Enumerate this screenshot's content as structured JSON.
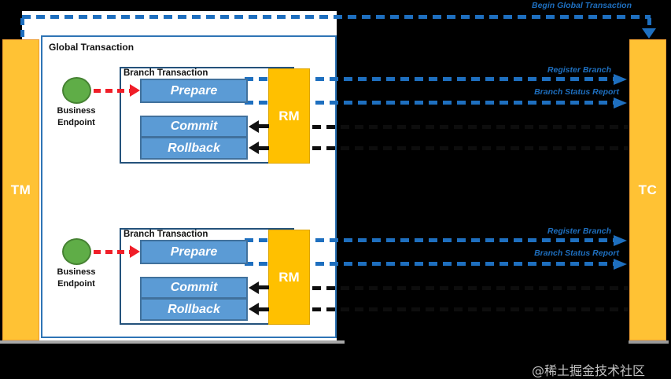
{
  "colors": {
    "flow_blue": "#1E6FBF",
    "box_blue": "#5B9BD5",
    "bar_orange": "#FFC234",
    "rm_orange": "#FFC000",
    "endpoint_green": "#5FAD47",
    "prepare_red": "#F01E28"
  },
  "actors": {
    "tm": "TM",
    "tc": "TC"
  },
  "global_transaction": {
    "title": "Global Transaction"
  },
  "top_flow": {
    "label": "Begin Global Transaction"
  },
  "branches": [
    {
      "title": "Branch Transaction",
      "endpoint_label": "Business Endpoint",
      "rm_label": "RM",
      "prepare_label": "Prepare",
      "commit_label": "Commit",
      "rollback_label": "Rollback",
      "register_flow_label": "Register Branch",
      "status_flow_label": "Branch Status Report"
    },
    {
      "title": "Branch Transaction",
      "endpoint_label": "Business Endpoint",
      "rm_label": "RM",
      "prepare_label": "Prepare",
      "commit_label": "Commit",
      "rollback_label": "Rollback",
      "register_flow_label": "Register Branch",
      "status_flow_label": "Branch Status Report"
    }
  ],
  "watermark": "@稀土掘金技术社区"
}
